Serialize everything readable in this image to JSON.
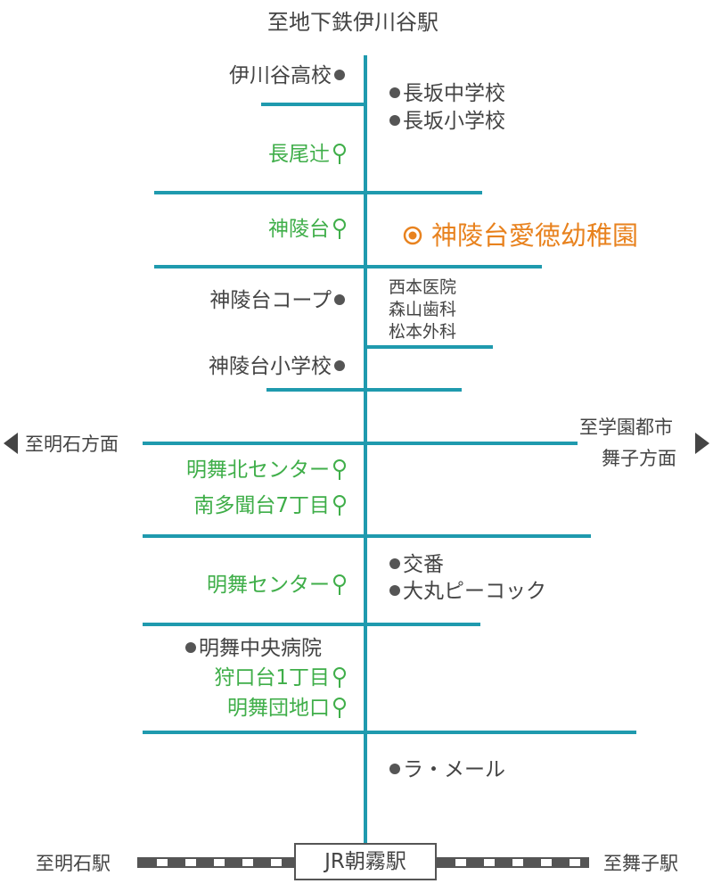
{
  "directions": {
    "top": "至地下鉄伊川谷駅",
    "left": "至明石方面",
    "right_line1": "至学園都市",
    "right_line2": "舞子方面",
    "bottom_left": "至明石駅",
    "bottom_right": "至舞子駅"
  },
  "station": "JR朝霧駅",
  "target": "神陵台愛徳幼稚園",
  "landmarks": {
    "ikawadani_high": "伊川谷高校",
    "nagasaka_junior": "長坂中学校",
    "nagasaka_elem": "長坂小学校",
    "coop": "神陵台コープ",
    "clinic1": "西本医院",
    "clinic2": "森山歯科",
    "clinic3": "松本外科",
    "shinryodai_elem": "神陵台小学校",
    "koban": "交番",
    "peacock": "大丸ピーコック",
    "hospital": "明舞中央病院",
    "la_mer": "ラ・メール"
  },
  "bus_stops": {
    "nagaotsuji": "長尾辻",
    "shinryodai": "神陵台",
    "meimai_kita": "明舞北センター",
    "minami_tamon": "南多聞台7丁目",
    "meimai_center": "明舞センター",
    "kariguchi": "狩口台1丁目",
    "meimai_danchi": "明舞団地口"
  },
  "colors": {
    "road": "#1f9aae",
    "bus_stop_text": "#3fae49",
    "target": "#e8821e",
    "text": "#444444",
    "dot": "#555555",
    "rail": "#555555"
  },
  "icons": {
    "bus_stop": "bus-stop-icon",
    "landmark": "dot-icon",
    "target": "target-icon",
    "arrows": [
      "arrow-left-icon",
      "arrow-right-icon"
    ]
  }
}
